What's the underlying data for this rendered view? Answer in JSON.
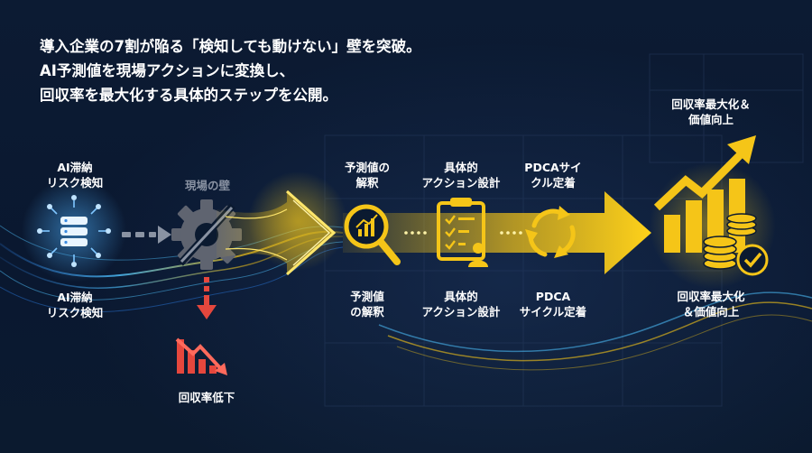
{
  "headline": {
    "line1": "導入企業の7割が陥る「検知しても動けない」壁を突破。",
    "line2": "AI予測値を現場アクションに変換し、",
    "line3": "回収率を最大化する具体的ステップを公開。"
  },
  "labels": {
    "ai_top": [
      "AI滞納",
      "リスク検知"
    ],
    "ai_bottom": [
      "AI滞納",
      "リスク検知"
    ],
    "wall": "現場の壁",
    "decline": "回収率低下",
    "predict_top": [
      "予測値の",
      "解釈"
    ],
    "predict_bottom": [
      "予測値",
      "の解釈"
    ],
    "action_top": [
      "具体的",
      "アクション設計"
    ],
    "action_bottom": [
      "具体的",
      "アクション設計"
    ],
    "pdca_top": [
      "PDCAサイ",
      "クル定着"
    ],
    "pdca_bottom": [
      "PDCA",
      "サイクル定着"
    ],
    "goal_top": [
      "回収率最大化＆",
      "価値向上"
    ],
    "goal_bottom": [
      "回収率最大化",
      "＆価値向上"
    ]
  },
  "colors": {
    "background": "#0b1a30",
    "accent_yellow": "#f5c518",
    "ai_blue": "#4fb3ff",
    "alert_red": "#e5473d",
    "wall_gray": "#5f6470"
  },
  "icons": [
    "database-icon",
    "gear-icon",
    "decline-chart-icon",
    "magnifier-chart-icon",
    "clipboard-checklist-icon",
    "cycle-arrows-icon",
    "growth-chart-coins-icon",
    "check-icon"
  ]
}
